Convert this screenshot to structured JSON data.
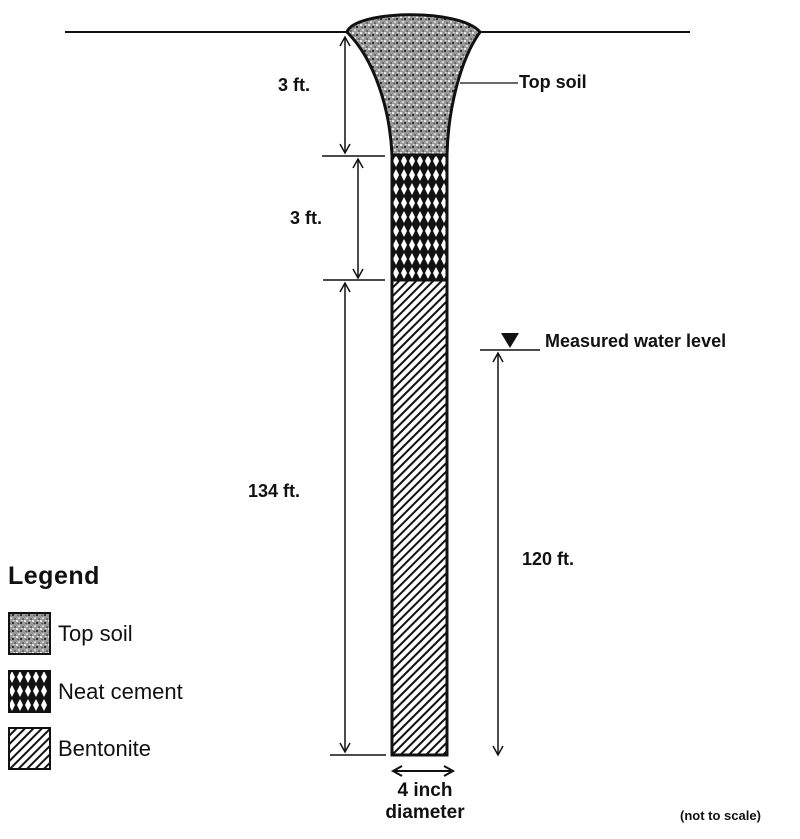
{
  "diagram": {
    "type": "well-construction-cross-section",
    "layers": [
      {
        "name": "Top soil",
        "depth_ft": 3,
        "dim_label": "3 ft."
      },
      {
        "name": "Neat cement",
        "depth_ft": 3,
        "dim_label": "3 ft."
      },
      {
        "name": "Bentonite",
        "depth_ft": 134,
        "dim_label": "134 ft."
      }
    ],
    "callouts": {
      "top_soil": "Top soil",
      "water_level": "Measured water level"
    },
    "water_level_dim": "120 ft.",
    "diameter": {
      "line1": "4 inch",
      "line2": "diameter"
    },
    "note": "(not to scale)"
  },
  "legend": {
    "title": "Legend",
    "items": [
      {
        "label": "Top soil",
        "pattern": "stipple"
      },
      {
        "label": "Neat cement",
        "pattern": "crosshatch-diamond"
      },
      {
        "label": "Bentonite",
        "pattern": "diagonal-hatch"
      }
    ]
  },
  "colors": {
    "ink": "#111111",
    "background": "#ffffff"
  }
}
